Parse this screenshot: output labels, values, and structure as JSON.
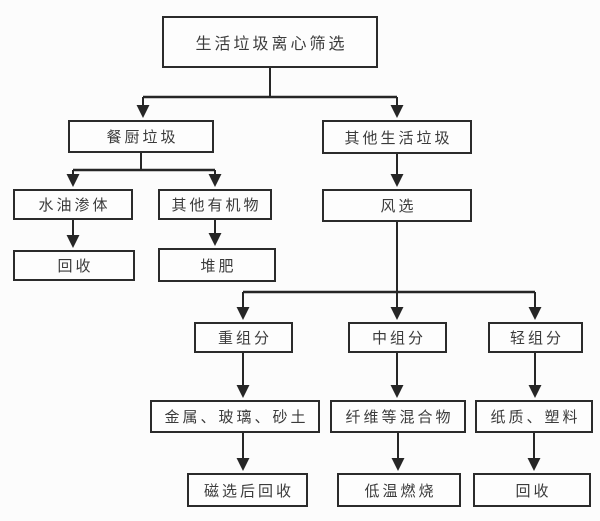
{
  "diagram": {
    "type": "flowchart",
    "colors": {
      "background": "#fcfcfc",
      "line": "#262626",
      "box_border": "#2b2b2b",
      "box_fill": "#fdfdfd",
      "text": "#3b3b3b"
    },
    "nodes": {
      "root": {
        "label": "生活垃圾离心筛选"
      },
      "kitchen_waste": {
        "label": "餐厨垃圾"
      },
      "other_household_waste": {
        "label": "其他生活垃圾"
      },
      "water_oil_leachate": {
        "label": "水油渗体"
      },
      "other_organics": {
        "label": "其他有机物"
      },
      "air_classification": {
        "label": "风选"
      },
      "recycle_left": {
        "label": "回收"
      },
      "compost": {
        "label": "堆肥"
      },
      "heavy_fraction": {
        "label": "重组分"
      },
      "medium_fraction": {
        "label": "中组分"
      },
      "light_fraction": {
        "label": "轻组分"
      },
      "metal_glass_sand": {
        "label": "金属、玻璃、砂土"
      },
      "fiber_mixture": {
        "label": "纤维等混合物"
      },
      "paper_plastic": {
        "label": "纸质、塑料"
      },
      "magnetic_separation_recycle": {
        "label": "磁选后回收"
      },
      "low_temp_combustion": {
        "label": "低温燃烧"
      },
      "recycle_right": {
        "label": "回收"
      }
    },
    "edges": [
      {
        "from": "root",
        "to": "kitchen_waste"
      },
      {
        "from": "root",
        "to": "other_household_waste"
      },
      {
        "from": "kitchen_waste",
        "to": "water_oil_leachate"
      },
      {
        "from": "kitchen_waste",
        "to": "other_organics"
      },
      {
        "from": "other_household_waste",
        "to": "air_classification"
      },
      {
        "from": "water_oil_leachate",
        "to": "recycle_left"
      },
      {
        "from": "other_organics",
        "to": "compost"
      },
      {
        "from": "air_classification",
        "to": "heavy_fraction"
      },
      {
        "from": "air_classification",
        "to": "medium_fraction"
      },
      {
        "from": "air_classification",
        "to": "light_fraction"
      },
      {
        "from": "heavy_fraction",
        "to": "metal_glass_sand"
      },
      {
        "from": "medium_fraction",
        "to": "fiber_mixture"
      },
      {
        "from": "light_fraction",
        "to": "paper_plastic"
      },
      {
        "from": "metal_glass_sand",
        "to": "magnetic_separation_recycle"
      },
      {
        "from": "fiber_mixture",
        "to": "low_temp_combustion"
      },
      {
        "from": "paper_plastic",
        "to": "recycle_right"
      }
    ]
  }
}
